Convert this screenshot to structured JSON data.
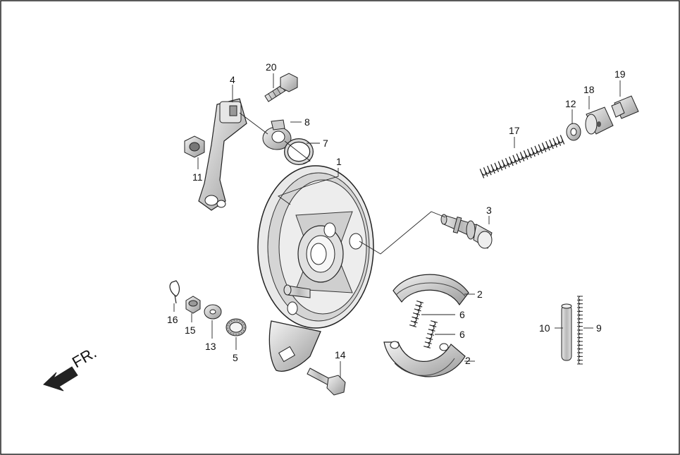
{
  "callouts": {
    "c1": "1",
    "c2a": "2",
    "c2b": "2",
    "c3": "3",
    "c4": "4",
    "c5": "5",
    "c6a": "6",
    "c6b": "6",
    "c7": "7",
    "c8": "8",
    "c9": "9",
    "c10": "10",
    "c11": "11",
    "c12": "12",
    "c13": "13",
    "c14": "14",
    "c15": "15",
    "c16": "16",
    "c17": "17",
    "c18": "18",
    "c19": "19",
    "c20": "20"
  },
  "direction_label": "FR."
}
